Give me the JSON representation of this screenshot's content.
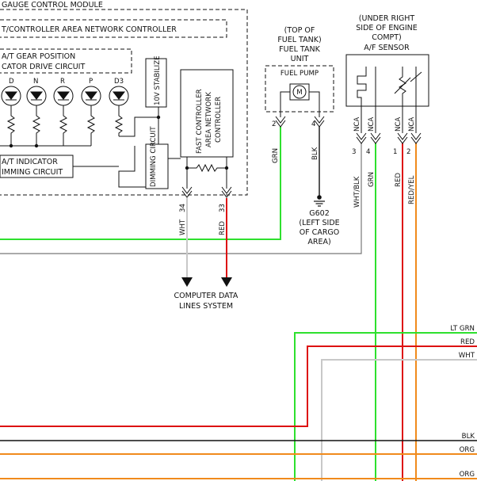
{
  "module": {
    "title": "GAUGE CONTROL MODULE",
    "can_controller": "T/CONTROLLER AREA NETWORK CONTROLLER",
    "gear_position_1": "A/T GEAR POSITION",
    "gear_position_2": "CATOR DRIVE CIRCUIT",
    "gear_letters": [
      "D",
      "N",
      "R",
      "P",
      "D3"
    ],
    "stabilize": "10V STABILIZE",
    "fast_can_1": "FAST CONTROLLER",
    "fast_can_2": "AREA NETWORK",
    "fast_can_3": "CONTROLLER",
    "dimming": "DIMMING CIRCUIT",
    "at_indicator_1": "A/T INDICATOR",
    "at_indicator_2": "IMMING CIRCUIT",
    "wire_wht": "WHT",
    "pin_wht": "34",
    "wire_red": "RED",
    "pin_red": "33"
  },
  "computer_data": {
    "line1": "COMPUTER DATA",
    "line2": "LINES SYSTEM"
  },
  "fuel_tank": {
    "loc1": "(TOP OF",
    "loc2": "FUEL TANK)",
    "name1": "FUEL TANK",
    "name2": "UNIT",
    "pump": "FUEL PUMP",
    "motor": "M",
    "pin_grn": "2",
    "pin_blk": "4",
    "wire_grn": "GRN",
    "wire_blk": "BLK",
    "ground": "G602",
    "ground_loc1": "(LEFT SIDE",
    "ground_loc2": "OF CARGO",
    "ground_loc3": "AREA)"
  },
  "af_sensor": {
    "loc1": "(UNDER RIGHT",
    "loc2": "SIDE OF ENGINE",
    "loc3": "COMPT)",
    "name": "A/F SENSOR",
    "nca": "NCA",
    "pins": [
      "3",
      "4",
      "1",
      "2"
    ],
    "wires": [
      "WHT/BLK",
      "GRN",
      "RED",
      "RED/YEL"
    ]
  },
  "right_wires": [
    "LT GRN",
    "RED",
    "WHT",
    "BLK",
    "ORG",
    "ORG"
  ],
  "colors": {
    "green": "#2ee02e",
    "red": "#dd1111",
    "white_wire": "#c8c8c8",
    "orange": "#f08a1c",
    "black": "#111111",
    "gray": "#888888"
  }
}
